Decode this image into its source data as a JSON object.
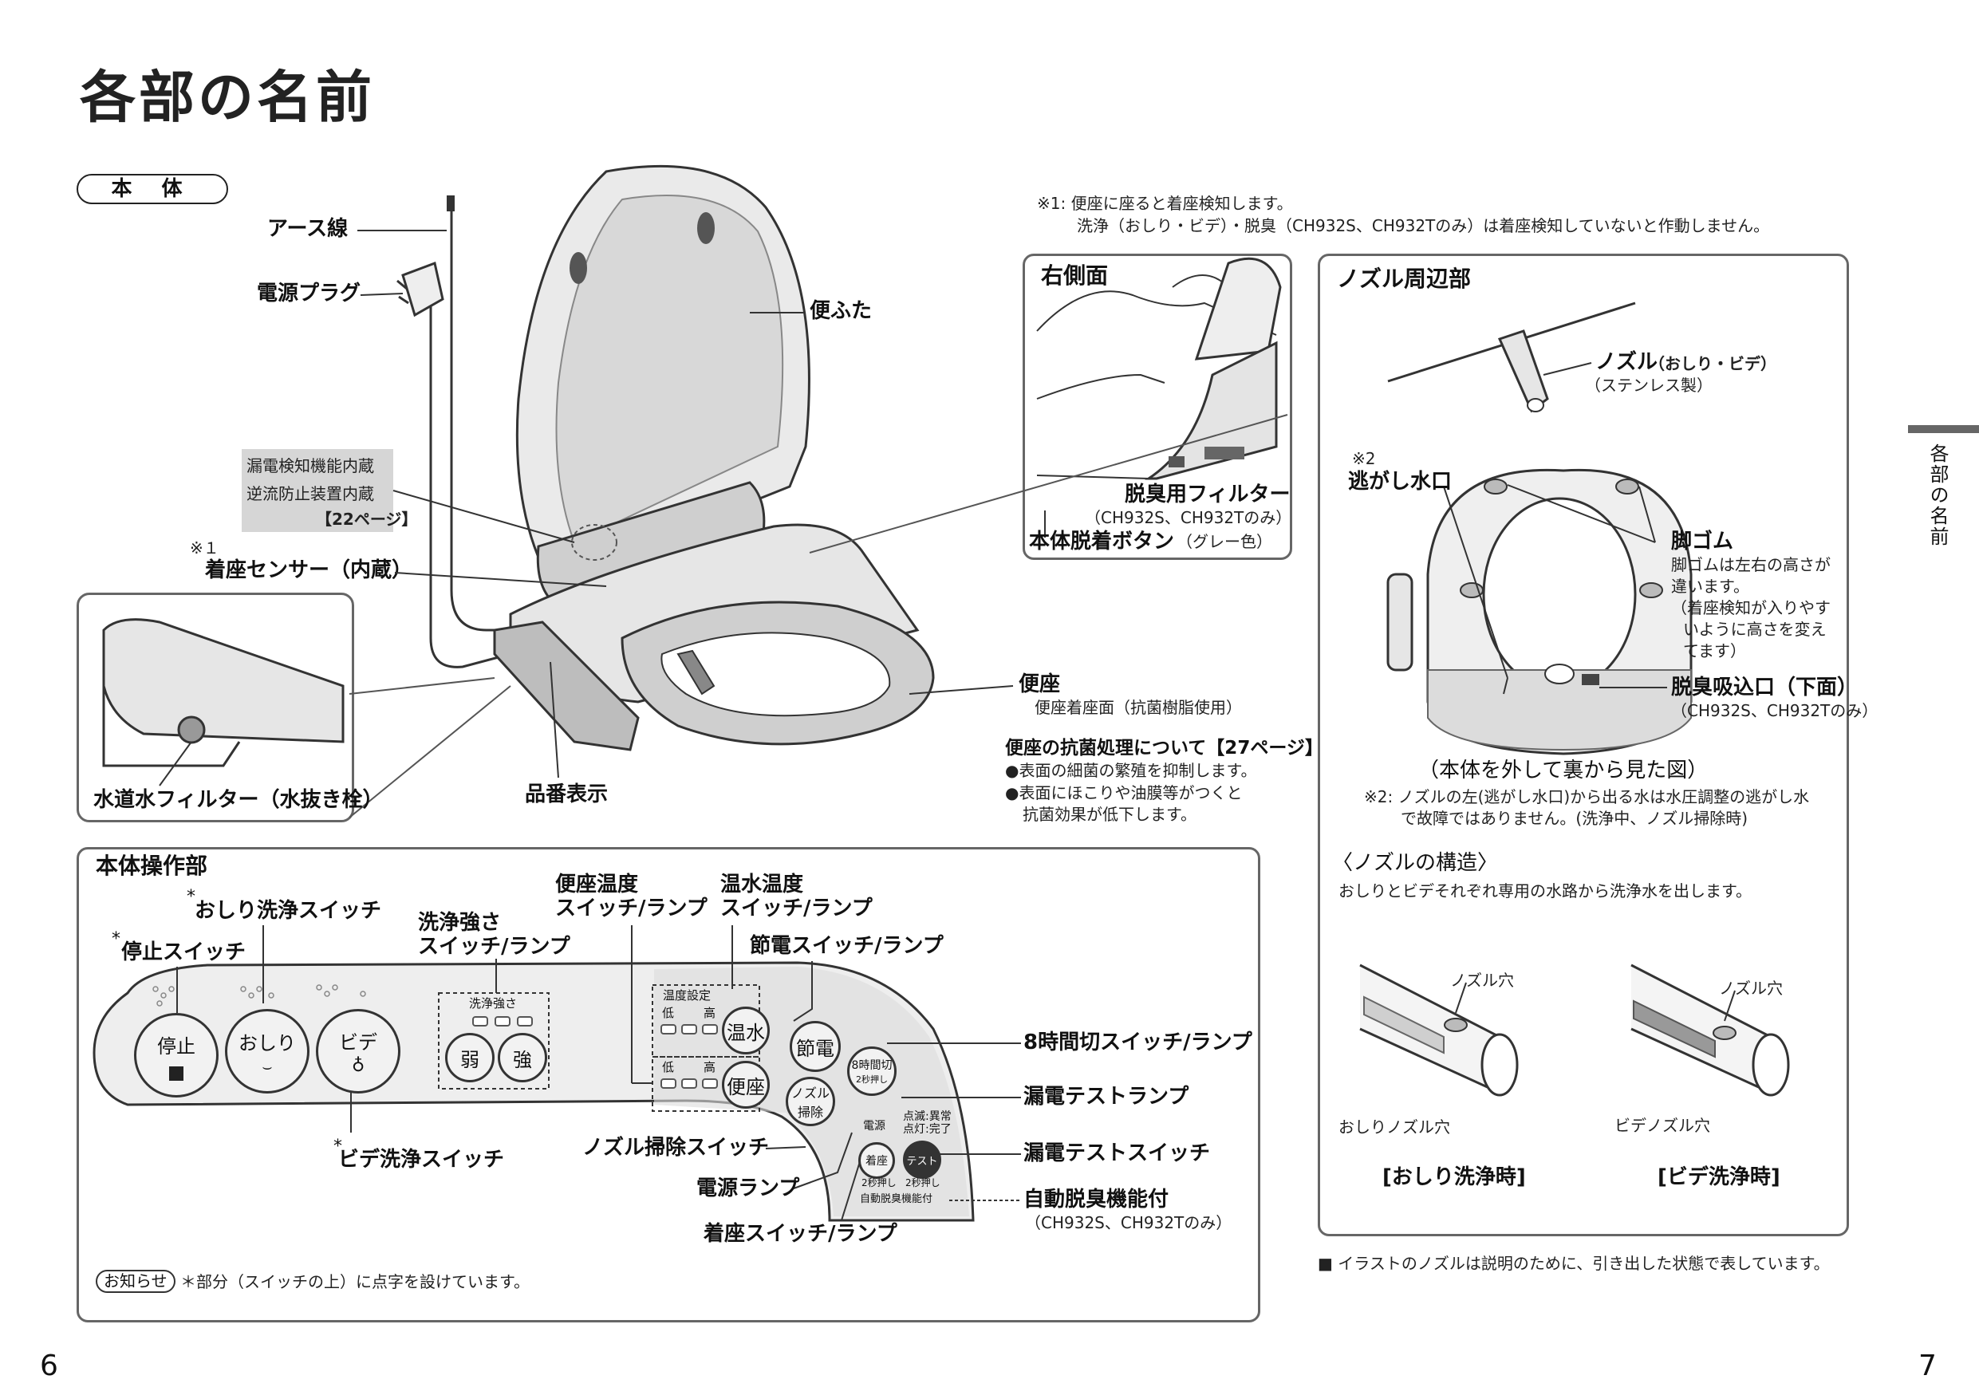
{
  "page_title": "各部の名前",
  "section_main": "本 体",
  "side_tab_label": "各部の名前",
  "note1": {
    "line1": "※1: 便座に座ると着座検知します。",
    "line2": "洗浄（おしり・ビデ）・脱臭（CH932S、CH932Tのみ）は着座検知していないと作動しません。"
  },
  "main_labels": {
    "earth": "アース線",
    "plug": "電源プラグ",
    "lid": "便ふた",
    "leak_box_1": "漏電検知機能内蔵",
    "leak_box_2": "逆流防止装置内蔵",
    "leak_box_3": "【22ページ】",
    "note_mark_1": "※１",
    "seat_sensor": "着座センサー（内蔵）",
    "water_filter": "水道水フィルター（水抜き栓）",
    "model_display": "品番表示",
    "seat": "便座",
    "seat_surface": "便座着座面（抗菌樹脂使用）",
    "antibac_title": "便座の抗菌処理について【27ページ】",
    "antibac_1": "●表面の細菌の繁殖を抑制します。",
    "antibac_2": "●表面にほこりや油膜等がつくと",
    "antibac_3": "抗菌効果が低下します。"
  },
  "right_side": {
    "title": "右側面",
    "deodorant_filter": "脱臭用フィルター",
    "deodorant_models": "（CH932S、CH932Tのみ）",
    "release_button": "本体脱着ボタン",
    "release_button_color": "（グレー色）"
  },
  "nozzle_area": {
    "title": "ノズル周辺部",
    "nozzle": "ノズル",
    "nozzle_sub": "（おしり・ビデ）",
    "nozzle_material": "（ステンレス製）",
    "note_mark_2": "※2",
    "relief_port": "逃がし水口",
    "rubber_feet": "脚ゴム",
    "rubber_1": "脚ゴムは左右の高さが",
    "rubber_2": "違います。",
    "rubber_3": "（着座検知が入りやす",
    "rubber_4": "いように高さを変え",
    "rubber_5": "てます）",
    "deodor_intake": "脱臭吸込口（下面）",
    "deodor_intake_models": "（CH932S、CH932Tのみ）",
    "bottom_view": "（本体を外して裏から見た図）",
    "note2_line1": "※2: ノズルの左(逃がし水口)から出る水は水圧調整の逃がし水",
    "note2_line2": "で故障ではありません。(洗浄中、ノズル掃除時)",
    "structure_title": "〈ノズルの構造〉",
    "structure_desc": "おしりとビデそれぞれ専用の水路から洗浄水を出します。",
    "hole_a": "ノズル穴",
    "hole_b": "ノズル穴",
    "oshiri_hole": "おしりノズル穴",
    "bidet_hole": "ビデノズル穴",
    "oshiri_caption": "[おしり洗浄時]",
    "bidet_caption": "[ビデ洗浄時]",
    "illust_note": "■ イラストのノズルは説明のために、引き出した状態で表しています。"
  },
  "panel": {
    "title": "本体操作部",
    "oshiri_switch": "おしり洗浄スイッチ",
    "stop_switch": "停止スイッチ",
    "asterisk": "*",
    "pressure_1": "洗浄強さ",
    "pressure_2": "スイッチ/ランプ",
    "seat_temp_1": "便座温度",
    "seat_temp_2": "スイッチ/ランプ",
    "water_temp_1": "温水温度",
    "water_temp_2": "スイッチ/ランプ",
    "eco_switch": "節電スイッチ/ランプ",
    "timer_switch": "8時間切スイッチ/ランプ",
    "leak_lamp": "漏電テストランプ",
    "leak_switch": "漏電テストスイッチ",
    "auto_deodor": "自動脱臭機能付",
    "auto_deodor_models": "（CH932S、CH932Tのみ）",
    "nozzle_clean": "ノズル掃除スイッチ",
    "power_lamp": "電源ランプ",
    "seat_switch": "着座スイッチ/ランプ",
    "bidet_switch": "ビデ洗浄スイッチ",
    "btn_stop": "停止",
    "btn_oshiri": "おしり",
    "btn_bidet": "ビデ",
    "btn_weak": "弱",
    "btn_strong": "強",
    "pressure_label": "洗浄強さ",
    "temp_setting": "温度設定",
    "low": "低",
    "high": "高",
    "btn_onsui": "温水",
    "btn_benza": "便座",
    "btn_eco": "節電",
    "btn_timer_1": "8時間切",
    "btn_timer_2": "2秒押し",
    "btn_nozzle_1": "ノズル",
    "btn_nozzle_2": "掃除",
    "power_small": "電源",
    "blink_abnormal": "点滅:異常",
    "lit_done": "点灯:完了",
    "btn_seat": "着座",
    "btn_test": "テスト",
    "hold2_a": "2秒押し",
    "hold2_b": "2秒押し",
    "auto_small": "自動脱臭機能付",
    "notice_tag": "お知らせ",
    "notice_text": "＊部分（スイッチの上）に点字を設けています。"
  },
  "page_numbers": {
    "left": "6",
    "right": "7"
  }
}
